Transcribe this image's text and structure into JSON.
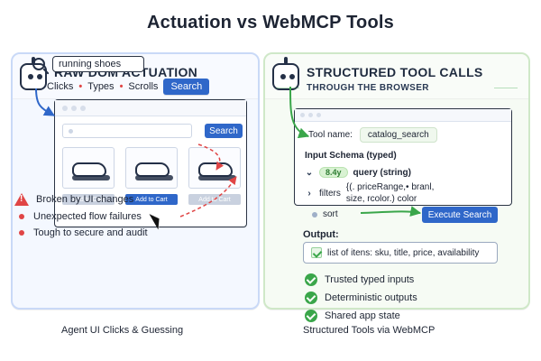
{
  "title": "Actuation vs WebMCP Tools",
  "left": {
    "header": "RAW DOM ACTUATION",
    "search_value": "running shoes",
    "actions": [
      "Clicks",
      "Types",
      "Scrolls"
    ],
    "action_button": "Search",
    "mock_search_button": "Search",
    "add_to_cart": [
      "Add to Cart",
      "Add to Cart",
      "Add to Cart"
    ],
    "problems_title": "Broken by UI changes",
    "problems": [
      "Unexpected flow failures",
      "Tough to secure and audit"
    ],
    "footer": "Agent UI Clicks & Guessing",
    "colors": {
      "border": "#c9d9f7",
      "fill": "#f4f8ff",
      "accent": "#2f67c9",
      "danger": "#e04545"
    }
  },
  "right": {
    "header": "STRUCTURED TOOL CALLS",
    "subheader": "THROUGH THE BROWSER",
    "tool_label": "Tool name:",
    "tool_name": "catalog_search",
    "schema_title": "Input Schema (typed)",
    "schema": {
      "tag": "8.4y",
      "query": "query (string)",
      "filters_label": "filters",
      "filters_text_line1": "{(. priceRange,• branl,",
      "filters_text_line2": "size, rcolor.) color",
      "sort_label": "sort"
    },
    "execute_button": "Execute Search",
    "output_title": "Output:",
    "output_text": "list of itens:  sku,  title,  price,  availability",
    "benefits": [
      "Trusted typed inputs",
      "Deterministic outputs",
      "Shared app state"
    ],
    "footer": "Structured Tools via WebMCP",
    "colors": {
      "border": "#cfe8c8",
      "fill": "#f6fbf4",
      "accent": "#3aa64a",
      "button": "#2f67c9"
    }
  }
}
